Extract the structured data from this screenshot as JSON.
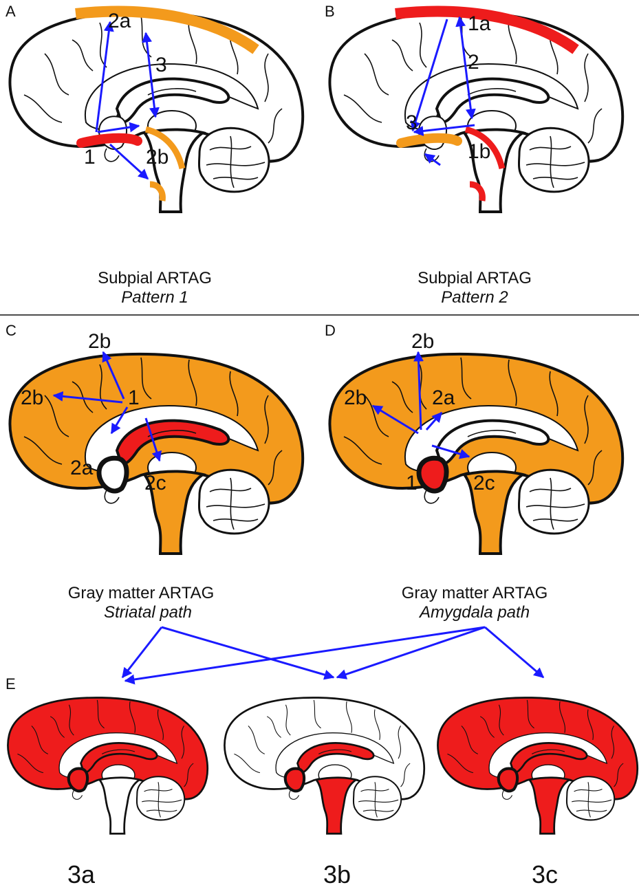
{
  "colors": {
    "orange": "#f39a1c",
    "red": "#ee1c1c",
    "arrow": "#1a1aff",
    "outline": "#111111"
  },
  "panels": {
    "A": {
      "letter": "A",
      "caption": "Subpial ARTAG",
      "subcaption": "Pattern 1",
      "labels": [
        "2a",
        "3",
        "1",
        "2b"
      ]
    },
    "B": {
      "letter": "B",
      "caption": "Subpial ARTAG",
      "subcaption": "Pattern 2",
      "labels": [
        "1a",
        "2",
        "3",
        "1b"
      ]
    },
    "C": {
      "letter": "C",
      "caption": "Gray matter ARTAG",
      "subcaption": "Striatal path",
      "labels": [
        "2b",
        "2b",
        "1",
        "2a",
        "2c"
      ]
    },
    "D": {
      "letter": "D",
      "caption": "Gray matter ARTAG",
      "subcaption": "Amygdala path",
      "labels": [
        "2b",
        "2b",
        "2a",
        "1",
        "2c"
      ]
    },
    "E": {
      "letter": "E",
      "labels": [
        "3a",
        "3b",
        "3c"
      ]
    }
  }
}
